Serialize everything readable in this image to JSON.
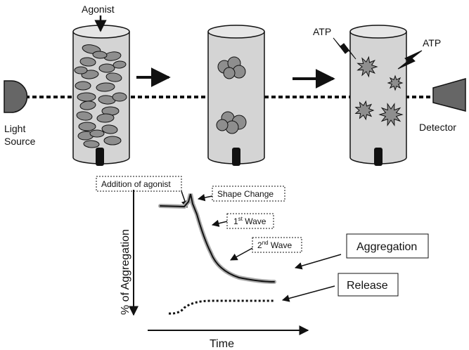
{
  "labels": {
    "agonist": "Agonist",
    "atp_left": "ATP",
    "atp_right": "ATP",
    "light_source_line1": "Light",
    "light_source_line2": "Source",
    "detector": "Detector",
    "addition_of_agonist": "Addition of agonist",
    "shape_change": "Shape Change",
    "first_wave_num": "1",
    "first_wave_sup": "st",
    "first_wave_word": " Wave",
    "second_wave_num": "2",
    "second_wave_sup": "nd",
    "second_wave_word": " Wave",
    "aggregation": "Aggregation",
    "release": "Release",
    "y_axis": "% of Aggregation",
    "x_axis": "Time"
  },
  "colors": {
    "tube_fill": "#d4d4d4",
    "cell_fill": "#8e8e8e",
    "stroke": "#111111"
  }
}
